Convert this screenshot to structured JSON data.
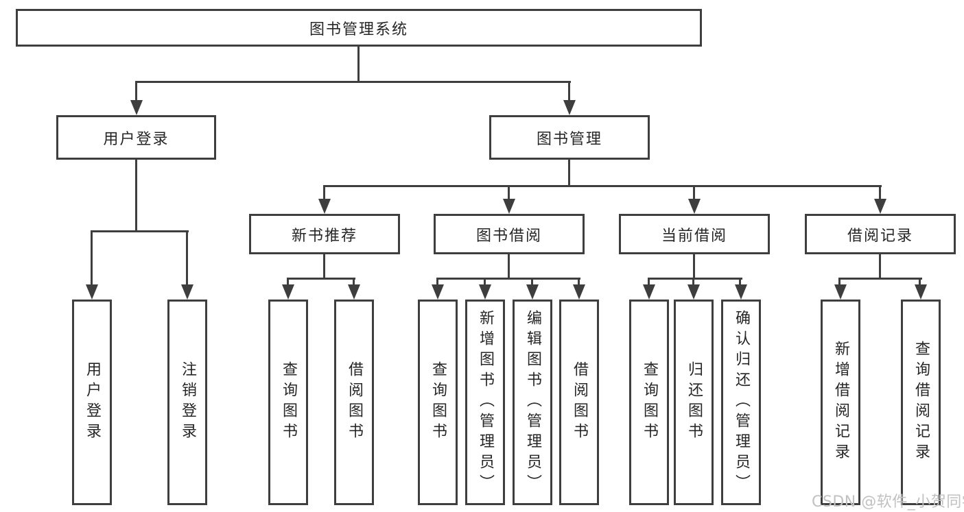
{
  "colors": {
    "line": "#3e3e3e",
    "text": "#262626",
    "watermark": "#c1c1c1",
    "background": "#ffffff"
  },
  "tree": {
    "root": "图书管理系统",
    "branches": [
      {
        "label": "用户登录",
        "children": [
          "用户登录",
          "注销登录"
        ]
      },
      {
        "label": "图书管理",
        "sections": [
          {
            "label": "新书推荐",
            "children": [
              "查询图书",
              "借阅图书"
            ]
          },
          {
            "label": "图书借阅",
            "children": [
              "查询图书",
              "新增图书（管理员）",
              "编辑图书（管理员）",
              "借阅图书"
            ]
          },
          {
            "label": "当前借阅",
            "children": [
              "查询图书",
              "归还图书",
              "确认归还（管理员）"
            ]
          },
          {
            "label": "借阅记录",
            "children": [
              "新增借阅记录",
              "查询借阅记录"
            ]
          }
        ]
      }
    ]
  },
  "watermark": "CSDN @软件_小贺同学"
}
